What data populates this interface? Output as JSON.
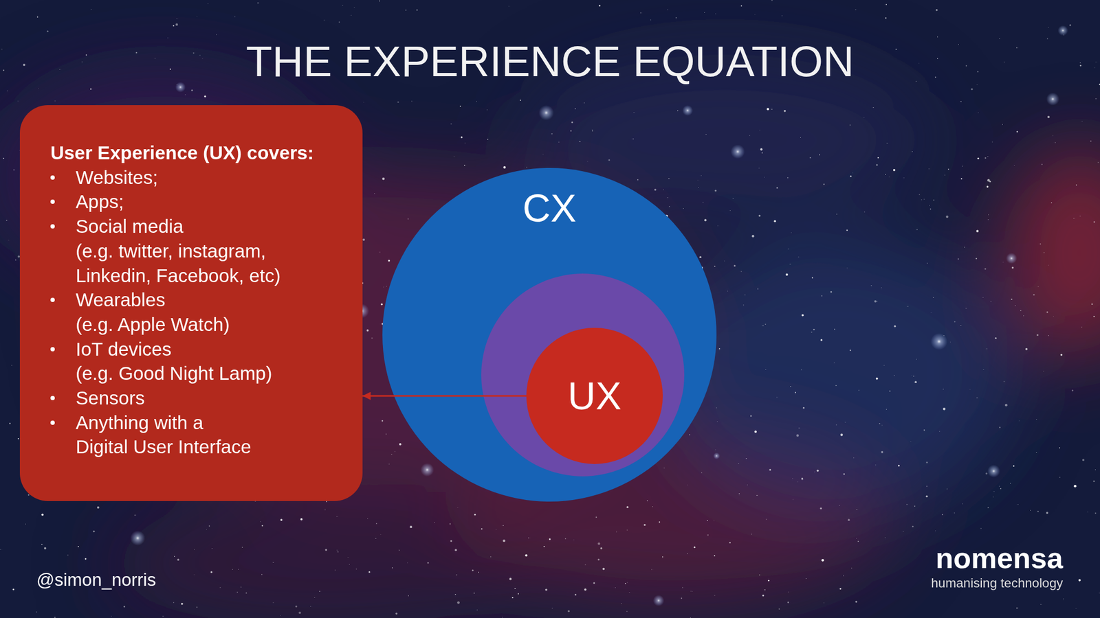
{
  "diagram": {
    "title": "THE EXPERIENCE EQUATION",
    "nodes": [
      {
        "text": [
          "User Experience (UX) covers:",
          "Websites;",
          "Apps;",
          "Social media",
          "(e.g. twitter, instagram, Linkedin, Facebook, etc)",
          "Wearables",
          "(e.g. Apple Watch)",
          "IoT devices",
          "(e.g. Good Night Lamp)",
          "Sensors",
          "Anything with a Digital User Interface"
        ]
      },
      {
        "text": [
          "CX"
        ]
      },
      {
        "text": [
          "UX"
        ],
        "in": 1
      }
    ],
    "edges": [
      {
        "from": 2,
        "to": 0,
        "arrow": "to"
      }
    ],
    "labels": [
      "@simon_norris",
      "nomensa",
      "humanising technology"
    ]
  }
}
